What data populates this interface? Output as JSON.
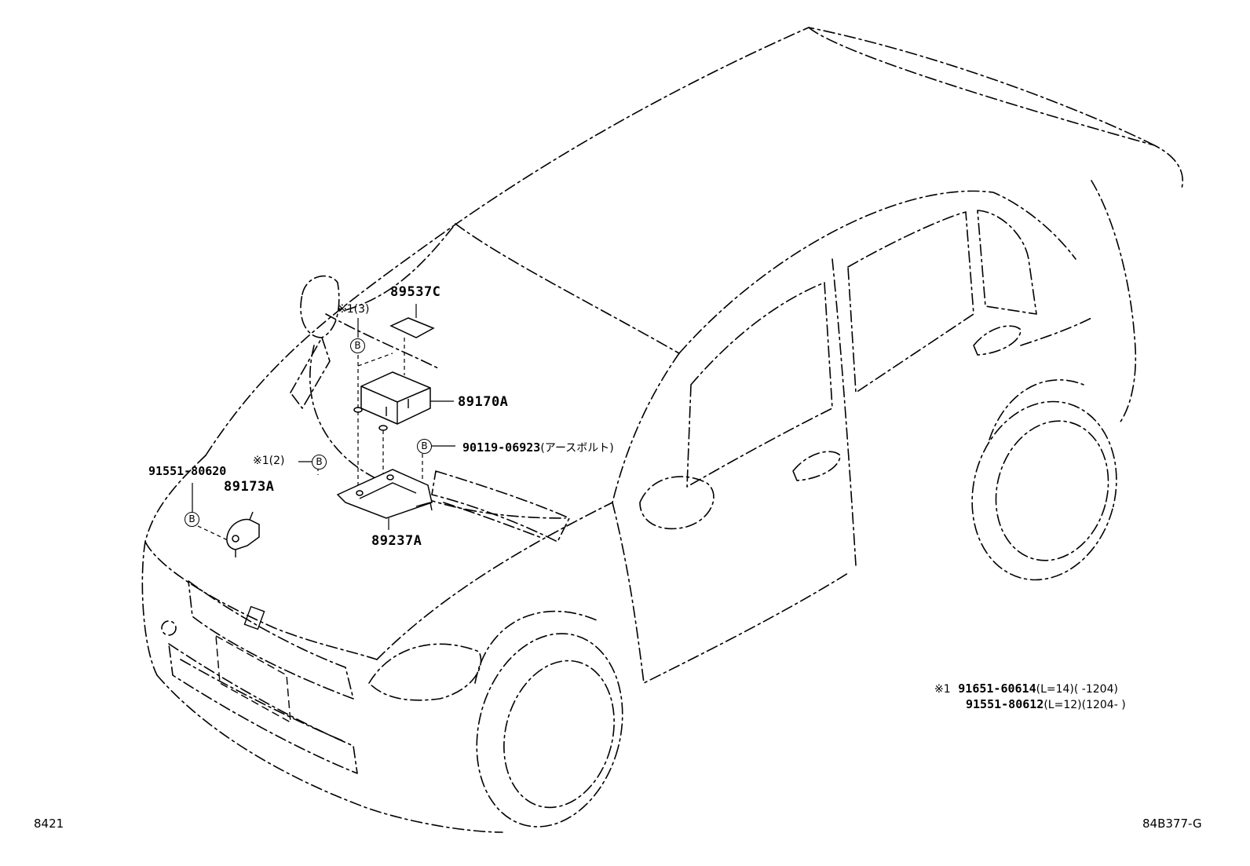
{
  "parts": {
    "p89537C": "89537C",
    "p89170A": "89170A",
    "p89173A": "89173A",
    "p89237A": "89237A",
    "p91551_80620": "91551-80620",
    "p90119_06923": "90119-06923",
    "p90119_note": "(アースボルト)"
  },
  "callouts": {
    "ref1_3": "※1(3)",
    "ref1_2": "※1(2)",
    "bolt_marker": "B"
  },
  "note": {
    "mark": "※1",
    "line1_part": "91651-60614",
    "line1_spec": "(L=14)(      -1204)",
    "line2_part": "91551-80612",
    "line2_spec": "(L=12)(1204-      )"
  },
  "footer": {
    "left_code": "8421",
    "right_code": "84B377-G"
  }
}
